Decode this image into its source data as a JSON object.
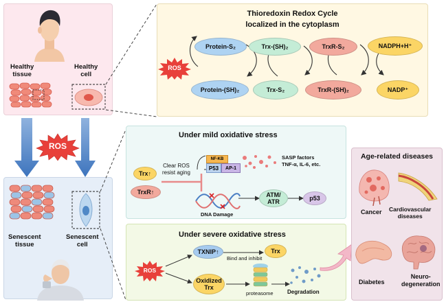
{
  "left": {
    "healthy_tissue": "Healthy\ntissue",
    "healthy_cell": "Healthy\ncell",
    "ros": "ROS",
    "senescent_tissue": "Senescent\ntissue",
    "senescent_cell": "Senescent\ncell"
  },
  "trx_cycle": {
    "title": "Thioredoxin Redox Cycle",
    "subtitle": "localized in the cytoplasm",
    "ros": "ROS",
    "protein_s2": "Protein-S₂",
    "protein_sh2": "Protein-(SH)₂",
    "trx_sh2": "Trx-(SH)₂",
    "trx_s2": "Trx-S₂",
    "trxr_s2": "TrxR-S₂",
    "trxr_sh2": "TrxR-(SH)₂",
    "nadph": "NADPH+H⁺",
    "nadp": "NADP⁺"
  },
  "mild": {
    "title": "Under mild oxidative stress",
    "trx_up": "Trx↑",
    "trxr_up": "TrxR↑",
    "clear_ros": "Clear ROS\nresist aging",
    "nfkb": "NF-KB",
    "p53": "P53",
    "ap1": "AP-1",
    "sasp": "SASP factors\nTNF-α, IL-6, etc.",
    "dna_damage": "DNA Damage",
    "atm_atr": "ATM/\nATR",
    "p53_right": "p53"
  },
  "severe": {
    "title": "Under severe oxidative stress",
    "ros": "ROS",
    "txnip": "TXNIP↑",
    "bind_inhibit": "Bind and inhibit",
    "trx": "Trx",
    "oxidized_trx": "Oxidized\nTrx",
    "proteasome": "proteasome",
    "degradation": "Degradation"
  },
  "diseases": {
    "title": "Age-related diseases",
    "cancer": "Cancer",
    "cardio": "Cardiovascular\ndiseases",
    "diabetes": "Diabetes",
    "neuro": "Neuro-\ndegeneration"
  },
  "colors": {
    "healthy_bg": "#fde8ee",
    "senescent_bg": "#e6eef8",
    "cycle_bg": "#fff8e3",
    "mild_bg": "#eef8f7",
    "severe_bg": "#f3f9e6",
    "disease_bg": "#f1e3ea",
    "ros_red": "#e8403a",
    "blue_arrow": "#4a7fc4"
  }
}
